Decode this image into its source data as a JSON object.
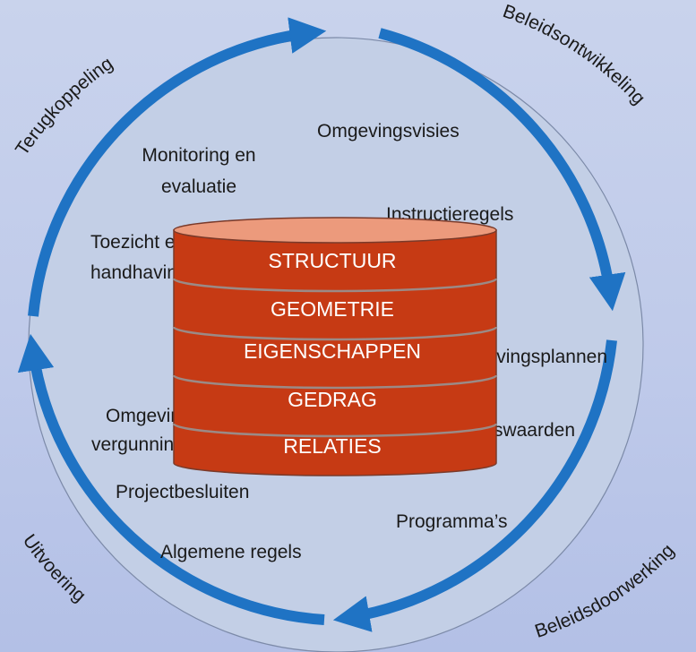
{
  "phases": {
    "terugkoppeling": "Terugkoppeling",
    "beleidsontwikkeling": "Beleidsontwikkeling",
    "beleidsdoorwerking": "Beleidsdoorwerking",
    "uitvoering": "Uitvoering"
  },
  "instruments": {
    "omgevingsvisies": "Omgevingsvisies",
    "monitoring_line1": "Monitoring en",
    "monitoring_line2": "evaluatie",
    "instructieregels": "Instructieregels",
    "toezicht_line1": "Toezicht en",
    "toezicht_line2": "handhaving",
    "omgevingsplannen": "Omgevingsplannen",
    "omgevingsvergunning_line1": "Omgevings-",
    "omgevingsvergunning_line2": "vergunningen",
    "omgevingswaarden": "Omgevingswaarden",
    "projectbesluiten": "Projectbesluiten",
    "programmas": "Programma’s",
    "algemene_regels": "Algemene regels"
  },
  "database_layers": [
    "STRUCTUUR",
    "GEOMETRIE",
    "EIGENSCHAPPEN",
    "GEDRAG",
    "RELATIES"
  ],
  "colors": {
    "arrow": "#1f73c4",
    "circle_fill": "#c3cfe6",
    "cylinder": "#c63a14",
    "cylinder_top": "#ec9a7c"
  }
}
